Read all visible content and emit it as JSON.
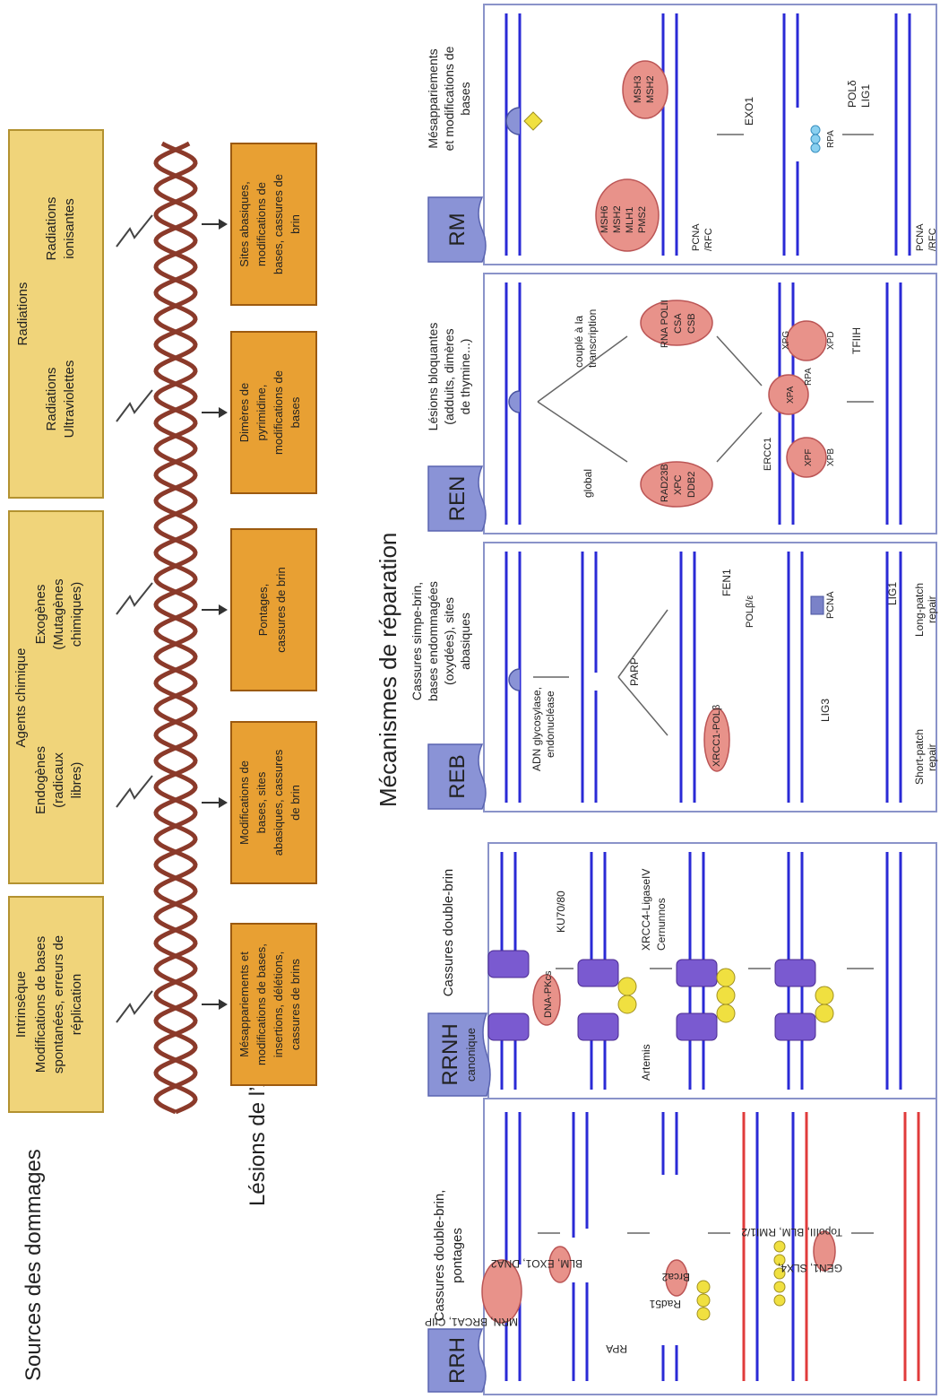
{
  "labels": {
    "sources_title": "Sources des dommages",
    "lesions_title": "Lésions de l’ADN",
    "mechanisms_title": "Mécanismes de réparation"
  },
  "sources": [
    {
      "title": "Intrinsèque",
      "lines": [
        "Modifications de bases",
        "spontanées, erreurs de",
        "réplication"
      ]
    },
    {
      "title": "Agents chimique",
      "sub": [
        {
          "lines": [
            "Endogènes",
            "(radicaux",
            "libres)"
          ]
        },
        {
          "lines": [
            "Exogènes",
            "(Mutagènes",
            "chimiques)"
          ]
        }
      ]
    },
    {
      "title": "Radiations",
      "sub": [
        {
          "lines": [
            "Radiations",
            "Ultraviolettes"
          ]
        },
        {
          "lines": [
            "Radiations",
            "ionisantes"
          ]
        }
      ]
    }
  ],
  "lesions": [
    {
      "lines": [
        "Mésappariements et",
        "modifications de bases,",
        "insertions, délétions,",
        "cassures de brins"
      ]
    },
    {
      "lines": [
        "Modifications de",
        "bases, sites",
        "abasiques, cassures",
        "de brin"
      ]
    },
    {
      "lines": [
        "Pontages,",
        "cassures de brin"
      ]
    },
    {
      "lines": [
        "Dimères de",
        "pyrimidine,",
        "modifications de",
        "bases"
      ]
    },
    {
      "lines": [
        "Sites abasiques,",
        "modifications de",
        "bases, cassures de",
        "brin"
      ]
    }
  ],
  "panels": {
    "rrh": {
      "tag": "RRH",
      "title": [
        "Cassures double-brin,",
        "pontages"
      ],
      "labels": [
        "MRN, BRCA1, CtIP",
        "BLM, EXO1, DNA2",
        "RPA",
        "Rad51",
        "Brca2",
        "GEN1, SLX4,",
        "TopoIII, BLM, RMI1/2"
      ]
    },
    "rrnh": {
      "tag": "RRNH",
      "tag_sub": "canonique",
      "title": [
        "Cassures double-brin"
      ],
      "labels": [
        "DNA-PKcs",
        "KU70/80",
        "Artemis",
        "XRCC4-LigaseIV",
        "Cernunnos"
      ]
    },
    "reb": {
      "tag": "REB",
      "title": [
        "Cassures simpe-brin,",
        "bases endommagées",
        "(oxydées), sites",
        "abasiques"
      ],
      "labels": [
        "ADN glycosylase,",
        "endonucléase",
        "PARP",
        "XRCC1-POLβ",
        "FEN1",
        "POLβ/ε",
        "PCNA",
        "LIG3",
        "LIG1",
        "Short-patch",
        "repair",
        "Long-patch",
        "repair"
      ]
    },
    "ren": {
      "tag": "REN",
      "title": [
        "Lésions bloquantes",
        "(adduits, dimères",
        "de thymine...)"
      ],
      "labels": [
        "global",
        "couplé à la",
        "transcription",
        "RAD23B",
        "XPC",
        "DDB2",
        "RNA POLII",
        "CSA",
        "CSB",
        "ERCC1",
        "XPF",
        "XPA",
        "RPA",
        "XPG",
        "XPB",
        "XPD",
        "TFIIH"
      ]
    },
    "rm": {
      "tag": "RM",
      "title": [
        "Mésappariements",
        "et modifications de",
        "bases"
      ],
      "labels": [
        "MSH6",
        "MSH2",
        "MLH1",
        "PMS2",
        "MSH3",
        "MSH2",
        "PCNA",
        "/RFC",
        "EXO1",
        "RPA",
        "POLδ",
        "LIG1",
        "PCNA",
        "/RFC"
      ]
    }
  },
  "colors": {
    "source_box": "#f0d47a",
    "lesion_box": "#e8a033",
    "dna_blue": "#2a2ad6",
    "dna_red": "#e03b3b",
    "protein": "#e8928a",
    "helix": "#8b3a2a"
  }
}
